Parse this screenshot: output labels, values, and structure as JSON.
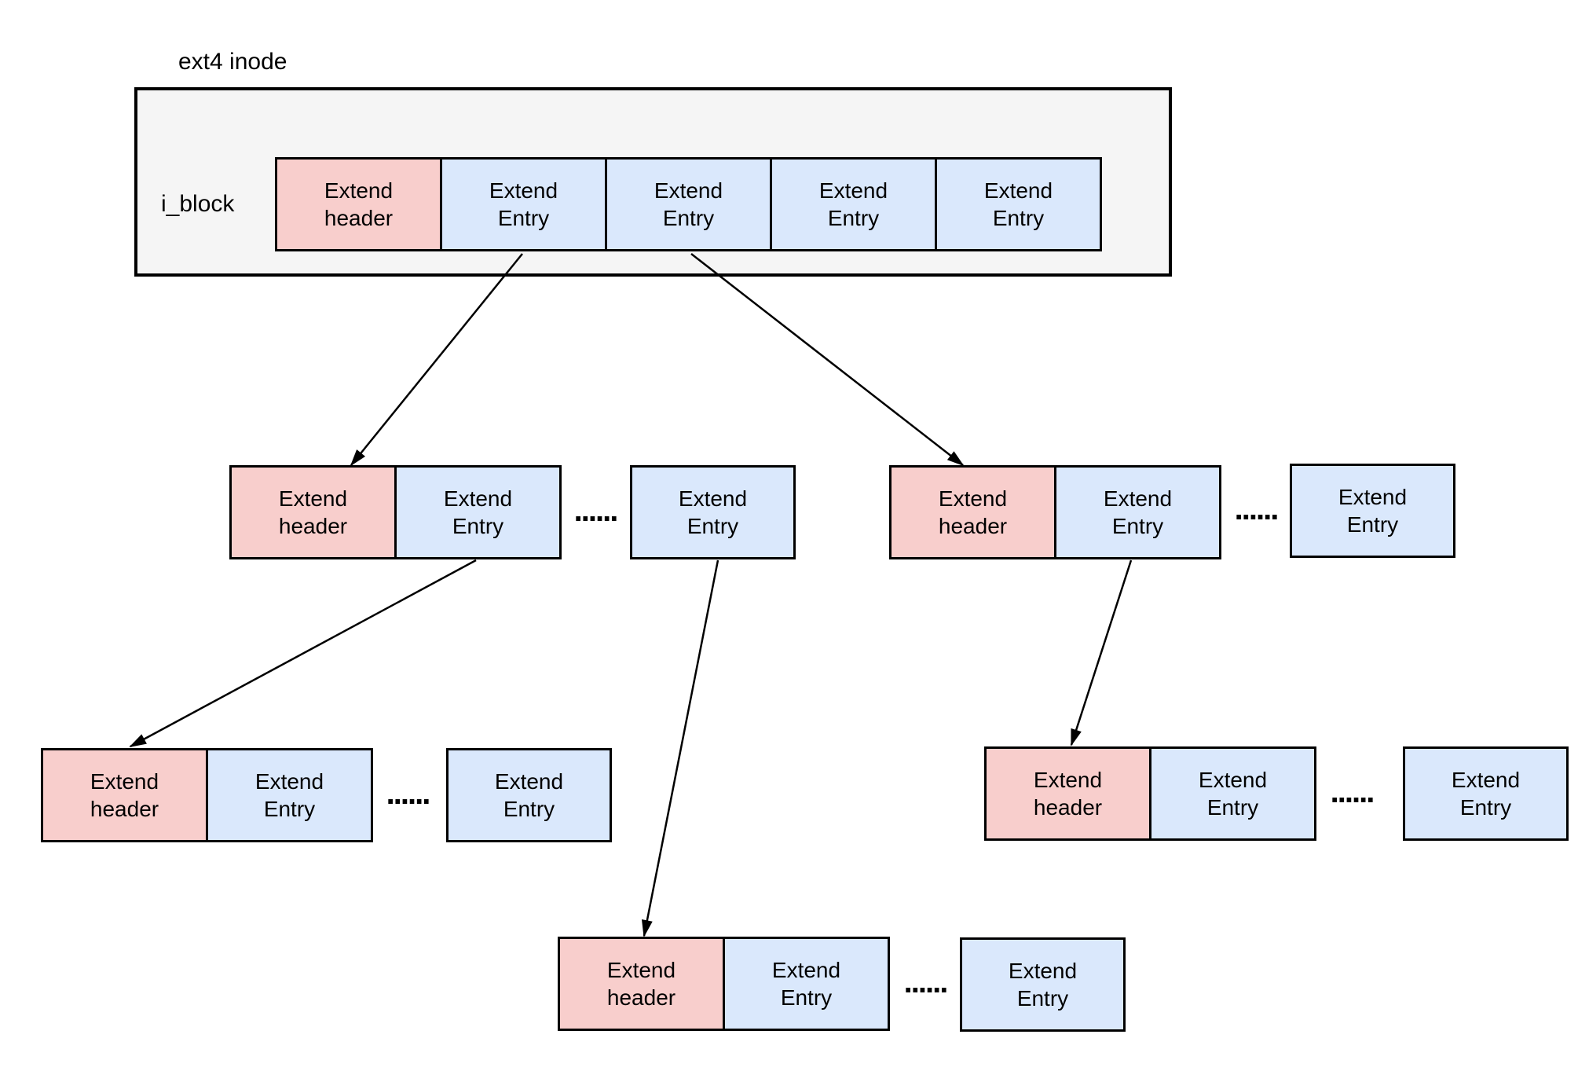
{
  "title": "ext4 inode",
  "labels": {
    "i_block": "i_block",
    "extend_header": "Extend\nheader",
    "extend_entry": "Extend\nEntry",
    "ellipsis": "......"
  },
  "colors": {
    "background": "#ffffff",
    "text": "#000000",
    "border": "#000000",
    "arrow": "#000000",
    "inode-fill": "#f5f5f5",
    "header-fill": "#f8cecc",
    "entry-fill": "#dae8fc"
  },
  "structure": {
    "root": {
      "container_label": "ext4 inode",
      "field_label": "i_block",
      "cells": [
        "Extend header",
        "Extend Entry",
        "Extend Entry",
        "Extend Entry",
        "Extend Entry"
      ]
    },
    "index_blocks": [
      {
        "id": "index-left",
        "cells": [
          "Extend header",
          "Extend Entry",
          "......",
          "Extend Entry"
        ]
      },
      {
        "id": "index-right",
        "cells": [
          "Extend header",
          "Extend Entry",
          "......",
          "Extend Entry"
        ]
      }
    ],
    "leaf_blocks": [
      {
        "id": "leaf-left",
        "cells": [
          "Extend header",
          "Extend Entry",
          "......",
          "Extend Entry"
        ]
      },
      {
        "id": "leaf-right",
        "cells": [
          "Extend header",
          "Extend Entry",
          "......",
          "Extend Entry"
        ]
      },
      {
        "id": "leaf-bottom",
        "cells": [
          "Extend header",
          "Extend Entry",
          "......",
          "Extend Entry"
        ]
      }
    ],
    "edges": [
      {
        "from": "root.entry-1",
        "to": "index-left"
      },
      {
        "from": "root.entry-2",
        "to": "index-right"
      },
      {
        "from": "index-left.entry-1",
        "to": "leaf-left"
      },
      {
        "from": "index-left.entry-last",
        "to": "leaf-bottom"
      },
      {
        "from": "index-right.entry-1",
        "to": "leaf-right"
      }
    ]
  }
}
